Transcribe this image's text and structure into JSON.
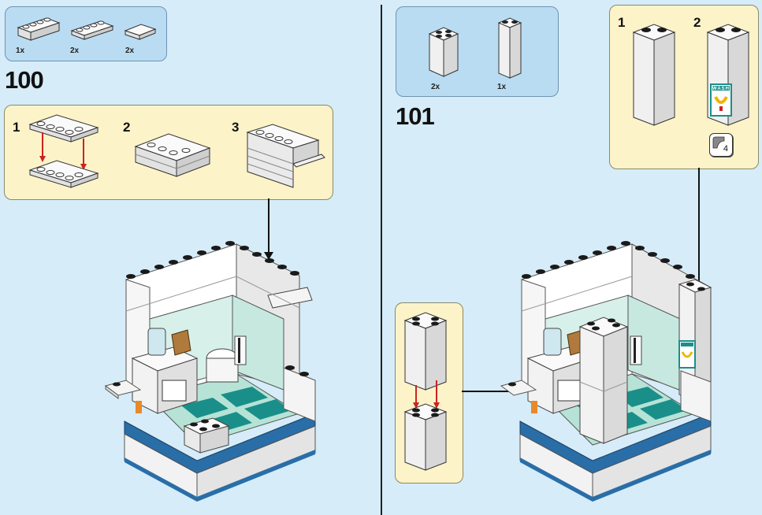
{
  "left_step": {
    "number": "100",
    "parts": [
      {
        "qty": "1x",
        "icon": "brick-1x4"
      },
      {
        "qty": "2x",
        "icon": "plate-1x4"
      },
      {
        "qty": "2x",
        "icon": "tile-2x2"
      }
    ],
    "substeps": [
      "1",
      "2",
      "3"
    ]
  },
  "right_step": {
    "number": "101",
    "parts": [
      {
        "qty": "2x",
        "icon": "brick-2x2x3"
      },
      {
        "qty": "1x",
        "icon": "brick-1x1x5"
      }
    ],
    "substeps": [
      "1",
      "2"
    ],
    "sticker_number": "4",
    "sticker_text": "WASH"
  },
  "colors": {
    "background": "#d6ecf8",
    "parts_box": "#b9dcf3",
    "callout": "#fdf3c8",
    "brick": "#f4f4f4",
    "teal_tile": "#1a8f8a",
    "light_tile": "#b6e3d6",
    "blue_base": "#2a6ea8",
    "arrow_red": "#cc2222"
  }
}
